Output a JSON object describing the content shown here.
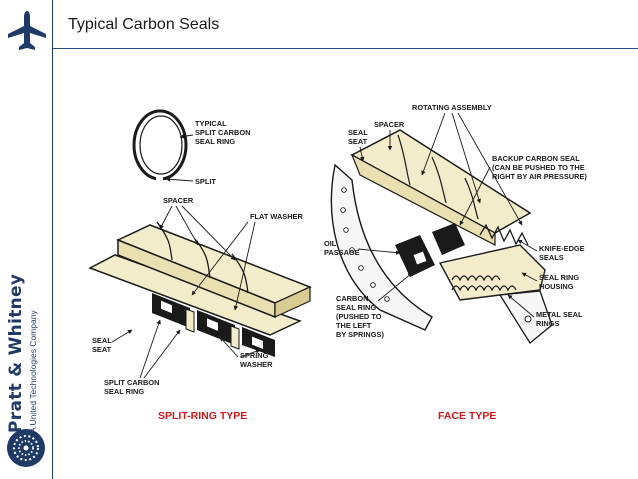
{
  "slide": {
    "title": "Typical Carbon Seals"
  },
  "brand": {
    "name": "Pratt & Whitney",
    "subtitle": "A United Technologies Company",
    "navy": "#1f3a66"
  },
  "diagram": {
    "split_ring": {
      "caption": "SPLIT-RING  TYPE",
      "labels": {
        "typical_line1": "TYPICAL",
        "typical_line2": "SPLIT CARBON",
        "typical_line3": "SEAL RING",
        "split": "SPLIT",
        "spacer": "SPACER",
        "flat_washer": "FLAT WASHER",
        "seal_seat_line1": "SEAL",
        "seal_seat_line2": "SEAT",
        "spring_washer_line1": "SPRING",
        "spring_washer_line2": "WASHER",
        "split_carbon_line1": "SPLIT CARBON",
        "split_carbon_line2": "SEAL RING"
      }
    },
    "face": {
      "caption": "FACE  TYPE",
      "labels": {
        "rotating_assembly": "ROTATING ASSEMBLY",
        "spacer": "SPACER",
        "seal_seat_line1": "SEAL",
        "seal_seat_line2": "SEAT",
        "backup_line1": "BACKUP CARBON SEAL",
        "backup_line2": "(CAN BE PUSHED TO THE",
        "backup_line3": "RIGHT BY AIR PRESSURE)",
        "oil_passage_line1": "OIL",
        "oil_passage_line2": "PASSAGE",
        "knife_edge_line1": "KNIFE-EDGE",
        "knife_edge_line2": "SEALS",
        "seal_ring_housing_line1": "SEAL RING",
        "seal_ring_housing_line2": "HOUSING",
        "carbon_line1": "CARBON",
        "carbon_line2": "SEAL RING",
        "carbon_line3": "(PUSHED TO",
        "carbon_line4": "THE LEFT",
        "carbon_line5": "BY SPRINGS)",
        "metal_seal_line1": "METAL SEAL",
        "metal_seal_line2": "RINGS"
      }
    },
    "colors": {
      "caption": "#d01818",
      "part_fill": "#f3eccb",
      "carbon": "#1a1a1a"
    }
  }
}
